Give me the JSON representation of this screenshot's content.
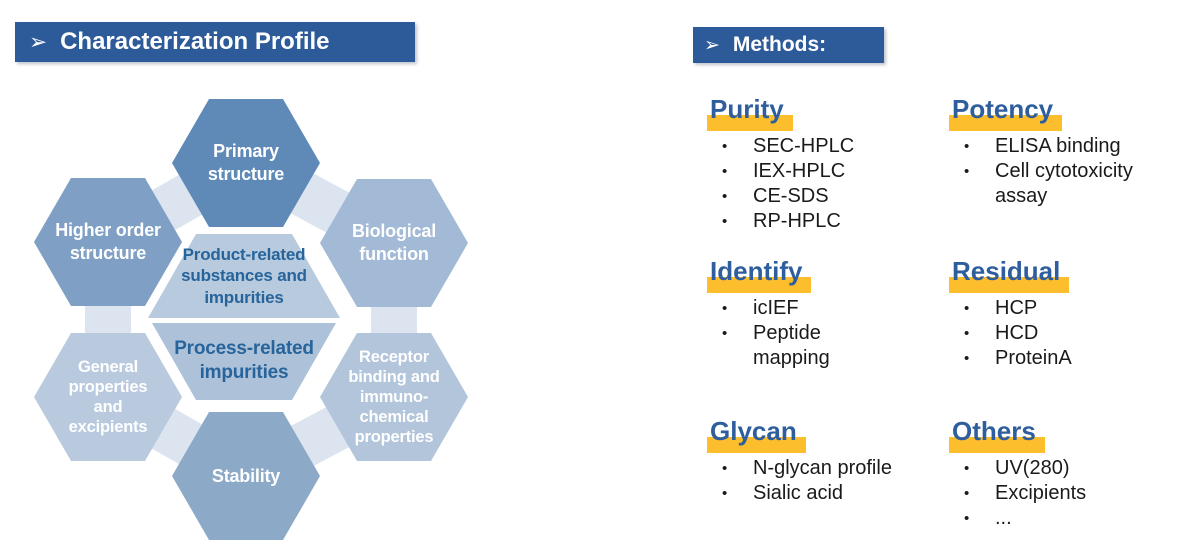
{
  "header_left": {
    "arrow": "➢",
    "title": "Characterization Profile"
  },
  "header_right": {
    "arrow": "➢",
    "title": "Methods:"
  },
  "diagram": {
    "connector_color": "#dce4f0",
    "hexagons": [
      {
        "name": "primary-structure",
        "label": "Primary\nstructure",
        "color": "#5f8ab8"
      },
      {
        "name": "higher-order-structure",
        "label": "Higher order\nstructure",
        "color": "#7f9fc5"
      },
      {
        "name": "biological-function",
        "label": "Biological\nfunction",
        "color": "#a2bad5"
      },
      {
        "name": "general-properties",
        "label": "General\nproperties\nand\nexcipients",
        "color": "#b9cade"
      },
      {
        "name": "receptor-binding",
        "label": "Receptor\nbinding and\nimmuno-\nchemical\nproperties",
        "color": "#b2c5da"
      },
      {
        "name": "stability",
        "label": "Stability",
        "color": "#8ca9c8"
      }
    ],
    "center": {
      "top_label": "Product-related\nsubstances and\nimpurities",
      "top_color": "#b7cade",
      "bottom_label": "Process-related\nimpurities",
      "bottom_color": "#adc2d9",
      "text_color": "#27649b"
    }
  },
  "methods": {
    "bullet": "•",
    "sections": [
      {
        "heading": "Purity",
        "items": [
          "SEC-HPLC",
          "IEX-HPLC",
          "CE-SDS",
          "RP-HPLC"
        ]
      },
      {
        "heading": "Potency",
        "items": [
          "ELISA binding",
          "Cell cytotoxicity\nassay"
        ]
      },
      {
        "heading": "Identify",
        "items": [
          "icIEF",
          "Peptide\nmapping"
        ]
      },
      {
        "heading": "Residual",
        "items": [
          "HCP",
          "HCD",
          "ProteinA"
        ]
      },
      {
        "heading": "Glycan",
        "items": [
          "N-glycan profile",
          "Sialic acid"
        ]
      },
      {
        "heading": "Others",
        "items": [
          "UV(280)",
          "Excipients",
          "..."
        ]
      }
    ]
  },
  "colors": {
    "header_bg": "#2d5b9a",
    "heading_text": "#2e5e9d",
    "highlight": "#fcbe2d",
    "bullet_text": "#1a1a1a",
    "hex_text": "#ffffff"
  }
}
